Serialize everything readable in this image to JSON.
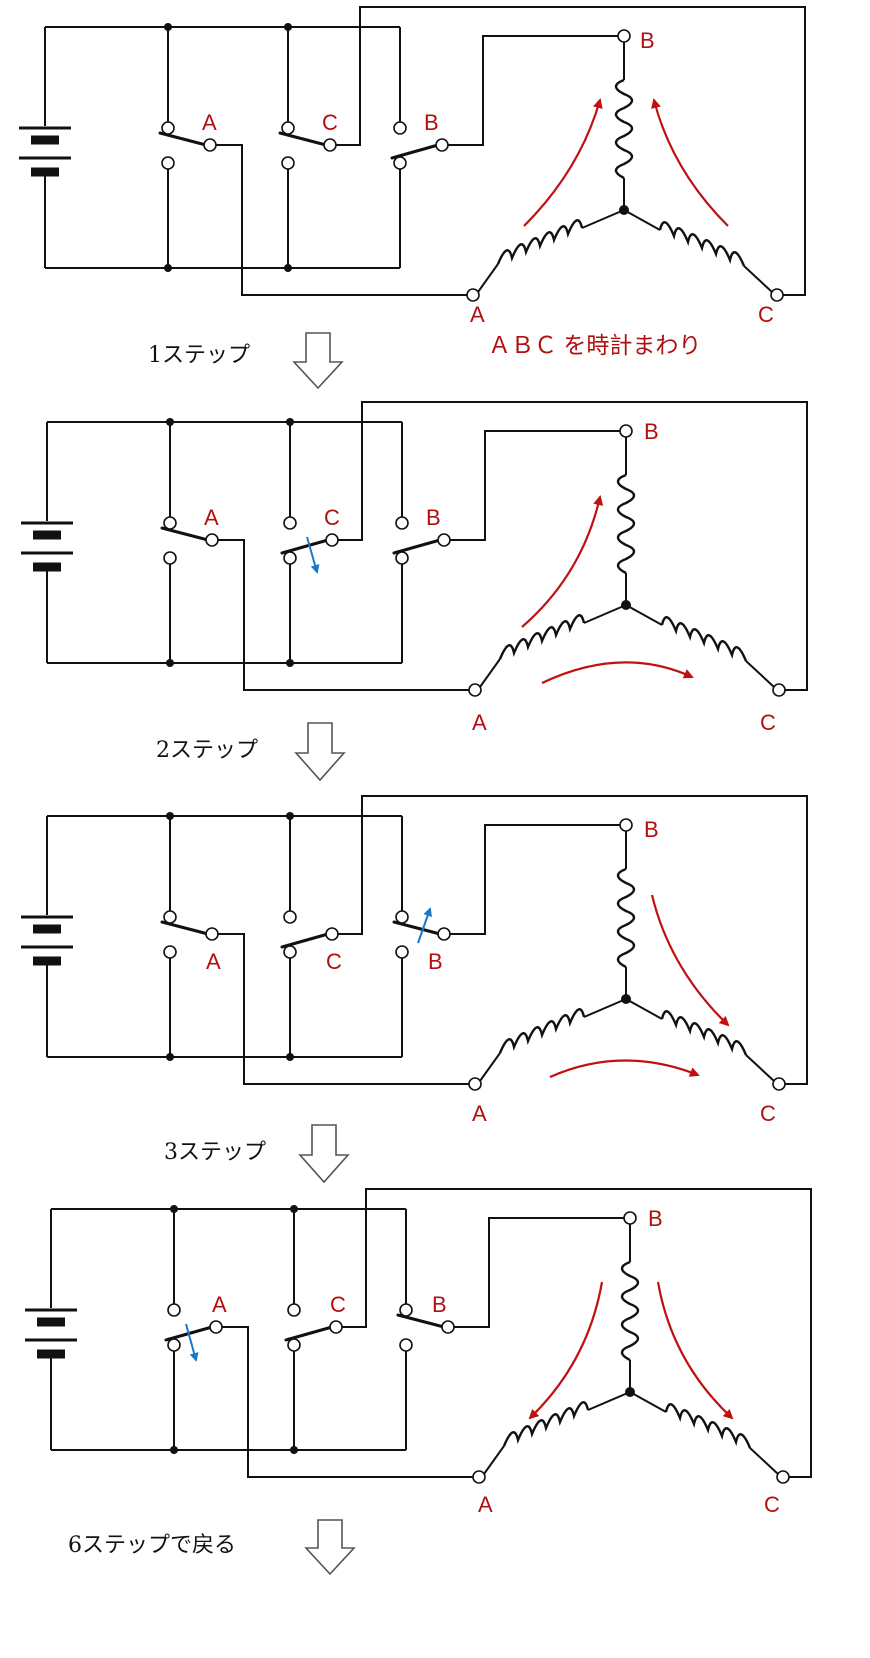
{
  "colors": {
    "wire": "#111111",
    "label": "#b01010",
    "current_arrow": "#c01010",
    "switch_motion": "#1a78c8"
  },
  "panels": [
    {
      "switch_labels": [
        "A",
        "C",
        "B"
      ],
      "terminal_labels": {
        "a": "A",
        "b": "B",
        "c": "C"
      },
      "note": "ＡＢＣ を時計まわり",
      "step_text": "1ステップ"
    },
    {
      "switch_labels": [
        "A",
        "C",
        "B"
      ],
      "terminal_labels": {
        "a": "A",
        "b": "B",
        "c": "C"
      },
      "step_text": "2ステップ"
    },
    {
      "switch_labels": [
        "A",
        "C",
        "B"
      ],
      "terminal_labels": {
        "a": "A",
        "b": "B",
        "c": "C"
      },
      "step_text": "3ステップ"
    },
    {
      "switch_labels": [
        "A",
        "C",
        "B"
      ],
      "terminal_labels": {
        "a": "A",
        "b": "B",
        "c": "C"
      },
      "step_text": "6ステップで戻る"
    }
  ]
}
